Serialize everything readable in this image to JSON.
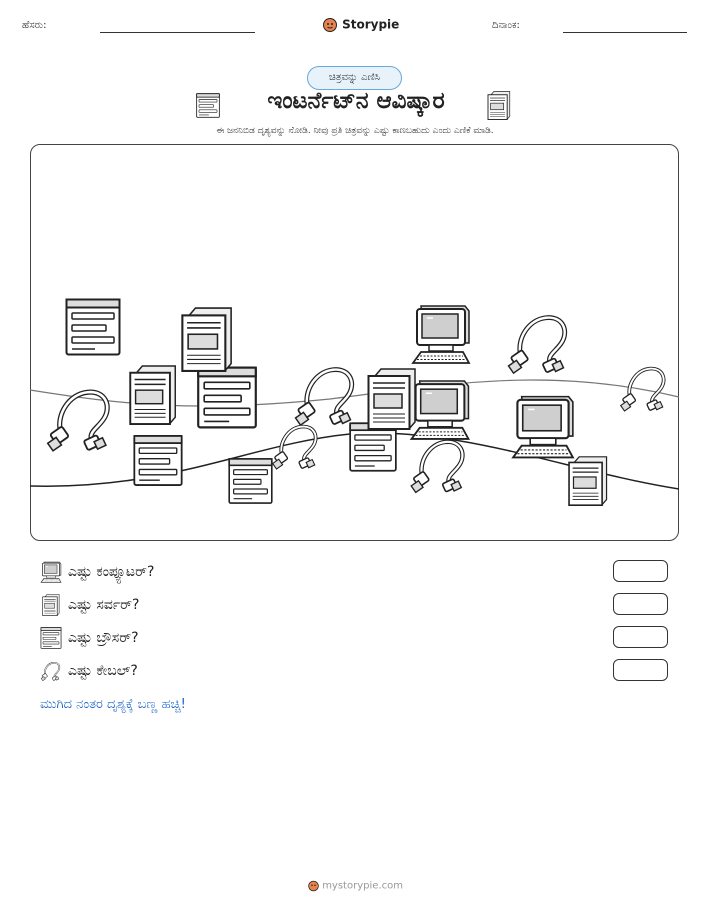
{
  "header": {
    "name_label": "ಹೆಸರು:",
    "date_label": "ದಿನಾಂಕ:",
    "brand": "Storypie"
  },
  "badge": "ಚಿತ್ರವನ್ನು ಎಣಿಸಿ",
  "title": "ಇಂಟರ್ನೆಟ್‌ನ ಆವಿಷ್ಕಾರ",
  "instruction": "ಈ ಜನನಿಬಿಡ ದೃಶ್ಯವನ್ನು ನೋಡಿ. ನೀವು ಪ್ರತಿ ಚಿತ್ರವನ್ನು ಎಷ್ಟು ಕಾಣಬಹುದು ಎಂದು ಎಣಿಕೆ ಮಾಡಿ.",
  "questions": [
    {
      "icon": "computer-icon",
      "text": "ಎಷ್ಟು ಕಂಪ್ಯೂಟರ್?"
    },
    {
      "icon": "server-icon",
      "text": "ಎಷ್ಟು ಸರ್ವರ್?"
    },
    {
      "icon": "browser-icon",
      "text": "ಎಷ್ಟು ಬ್ರೌಸರ್?"
    },
    {
      "icon": "cable-icon",
      "text": "ಎಷ್ಟು ಕೇಬಲ್?"
    }
  ],
  "finish_note": "ಮುಗಿದ ನಂತರ ದೃಶ್ಯಕ್ಕೆ ಬಣ್ಣ ಹಚ್ಚಿ!",
  "footer": "mystorypie.com",
  "colors": {
    "accent_blue": "#1a63c9",
    "badge_border": "#6aa7d8",
    "badge_fill": "#e8f2fb"
  }
}
